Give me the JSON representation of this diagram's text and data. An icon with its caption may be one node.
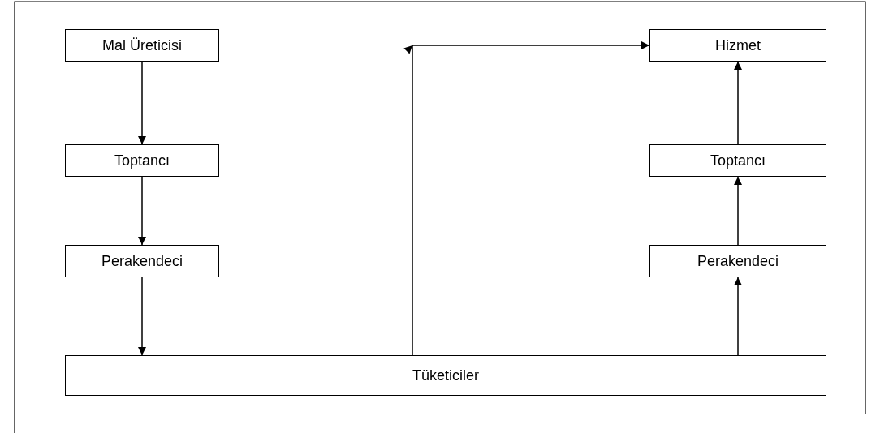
{
  "diagram": {
    "nodes": [
      {
        "text": [
          "Mal Üreticisi"
        ]
      },
      {
        "text": [
          "Toptancı"
        ]
      },
      {
        "text": [
          "Perakendeci"
        ]
      },
      {
        "text": [
          "Hizmet"
        ]
      },
      {
        "text": [
          "Toptancı"
        ]
      },
      {
        "text": [
          "Perakendeci"
        ]
      },
      {
        "text": [
          "Tüketiciler"
        ]
      }
    ],
    "edges": [
      {
        "from": 0,
        "to": 1,
        "arrow": "to"
      },
      {
        "from": 1,
        "to": 2,
        "arrow": "to"
      },
      {
        "from": 2,
        "to": 6,
        "arrow": "to"
      },
      {
        "from": 6,
        "to": 3,
        "arrow": "to"
      },
      {
        "from": 6,
        "to": 5,
        "arrow": "to"
      },
      {
        "from": 5,
        "to": 4,
        "arrow": "to"
      },
      {
        "from": 4,
        "to": 3,
        "arrow": "to"
      }
    ]
  }
}
